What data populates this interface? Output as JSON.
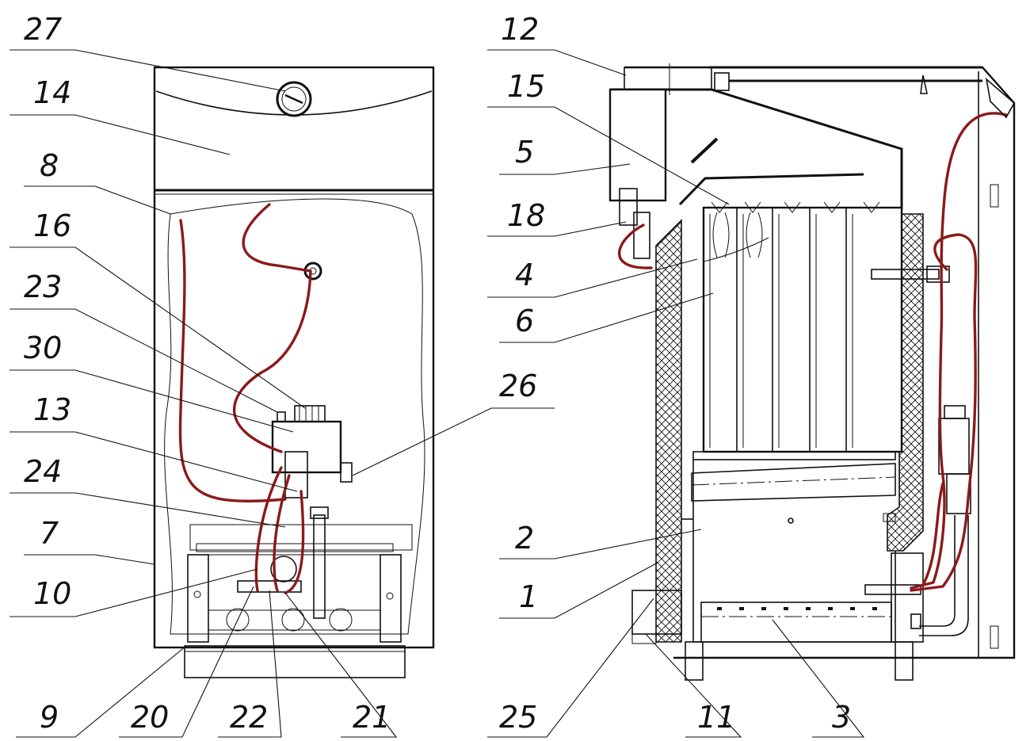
{
  "callouts": {
    "c27": "27",
    "c14": "14",
    "c8": "8",
    "c16": "16",
    "c23": "23",
    "c30": "30",
    "c13": "13",
    "c24": "24",
    "c7": "7",
    "c10": "10",
    "c9": "9",
    "c20": "20",
    "c22": "22",
    "c21": "21",
    "c26": "26",
    "c12": "12",
    "c15": "15",
    "c5": "5",
    "c18": "18",
    "c4": "4",
    "c6": "6",
    "c2": "2",
    "c1": "1",
    "c25": "25",
    "c11": "11",
    "c3": "3"
  },
  "colors": {
    "pipe": "#8b1a1a",
    "line": "#111111",
    "insulation": "#111111"
  }
}
